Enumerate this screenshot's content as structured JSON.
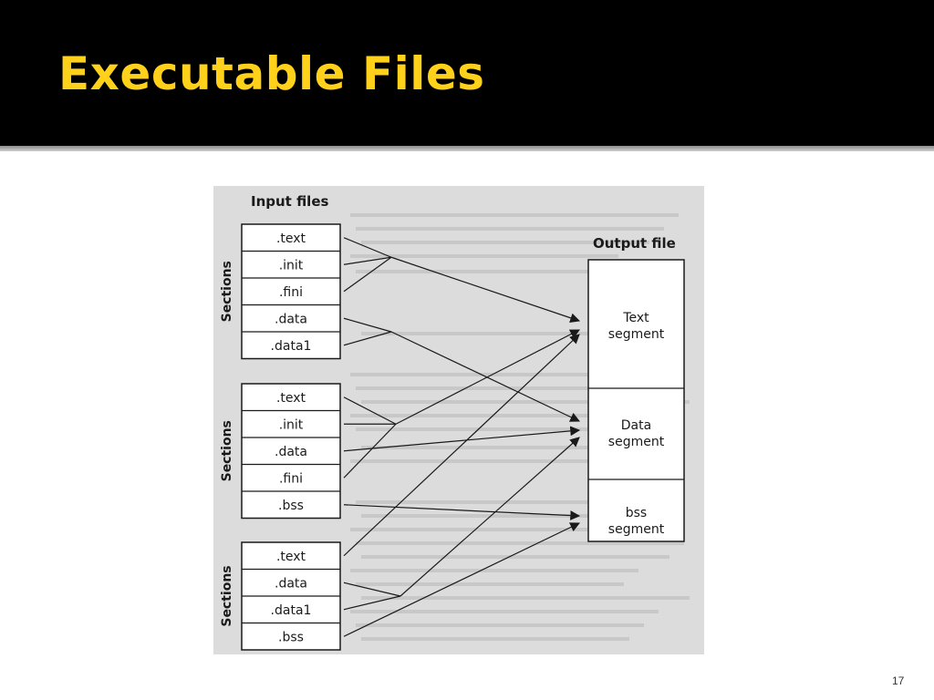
{
  "slide": {
    "title": "Executable Files",
    "page_number": "17"
  },
  "diagram": {
    "input_files_label": "Input files",
    "output_file_label": "Output file",
    "input_groups": [
      {
        "side_label": "Sections",
        "sections": [
          ".text",
          ".init",
          ".fini",
          ".data",
          ".data1"
        ]
      },
      {
        "side_label": "Sections",
        "sections": [
          ".text",
          ".init",
          ".data",
          ".fini",
          ".bss"
        ]
      },
      {
        "side_label": "Sections",
        "sections": [
          ".text",
          ".data",
          ".data1",
          ".bss"
        ]
      }
    ],
    "output_segments": [
      {
        "lines": [
          "Text",
          "segment"
        ]
      },
      {
        "lines": [
          "Data",
          "segment"
        ]
      },
      {
        "lines": [
          "bss",
          "segment"
        ]
      }
    ],
    "colors": {
      "header_bg": "#000000",
      "title_color": "#ffd11a",
      "figure_bg": "#dcdcdc",
      "ink": "#1a1a1a"
    }
  }
}
